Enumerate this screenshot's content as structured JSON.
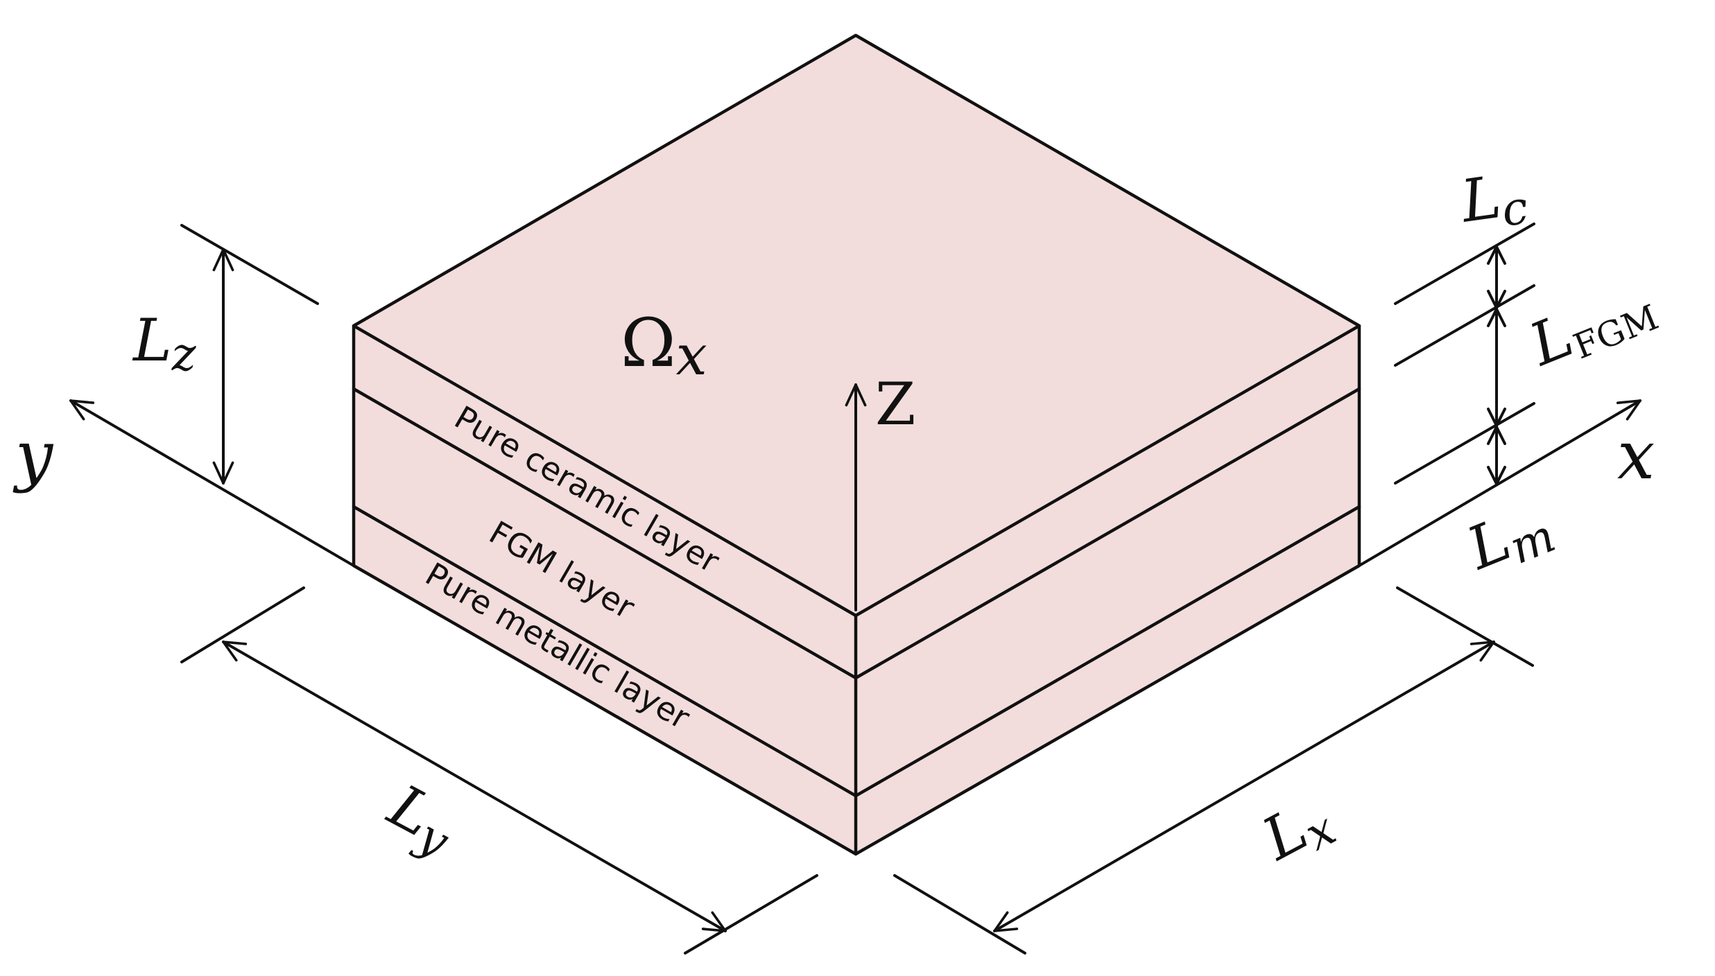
{
  "colors": {
    "face_fill": "#f2dcdc",
    "line": "#111111",
    "background": "#ffffff"
  },
  "domain_label": {
    "base": "Ω",
    "sub": "x"
  },
  "axes": {
    "x": "x",
    "y": "y",
    "z": "Z"
  },
  "layers": {
    "ceramic": "Pure ceramic layer",
    "fgm": "FGM layer",
    "metallic": "Pure metallic layer"
  },
  "dimensions": {
    "Lx": {
      "base": "L",
      "sub": "x"
    },
    "Ly": {
      "base": "L",
      "sub": "y"
    },
    "Lz": {
      "base": "L",
      "sub": "z"
    },
    "Lc": {
      "base": "L",
      "sub": "c"
    },
    "Lfgm": {
      "base": "L",
      "sub": "FGM"
    },
    "Lm": {
      "base": "L",
      "sub": "m"
    }
  }
}
